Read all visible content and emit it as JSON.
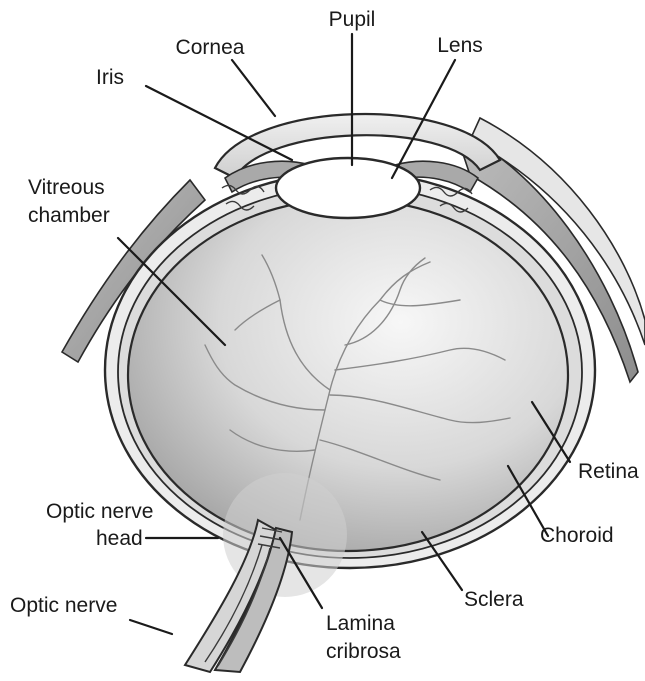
{
  "labels": {
    "pupil": "Pupil",
    "cornea": "Cornea",
    "lens": "Lens",
    "iris": "Iris",
    "vitreous_1": "Vitreous",
    "vitreous_2": "chamber",
    "retina": "Retina",
    "choroid": "Choroid",
    "optic_nerve_head_1": "Optic nerve",
    "optic_nerve_head_2": "head",
    "optic_nerve": "Optic nerve",
    "sclera": "Sclera",
    "lamina_1": "Lamina",
    "lamina_2": "cribrosa"
  }
}
